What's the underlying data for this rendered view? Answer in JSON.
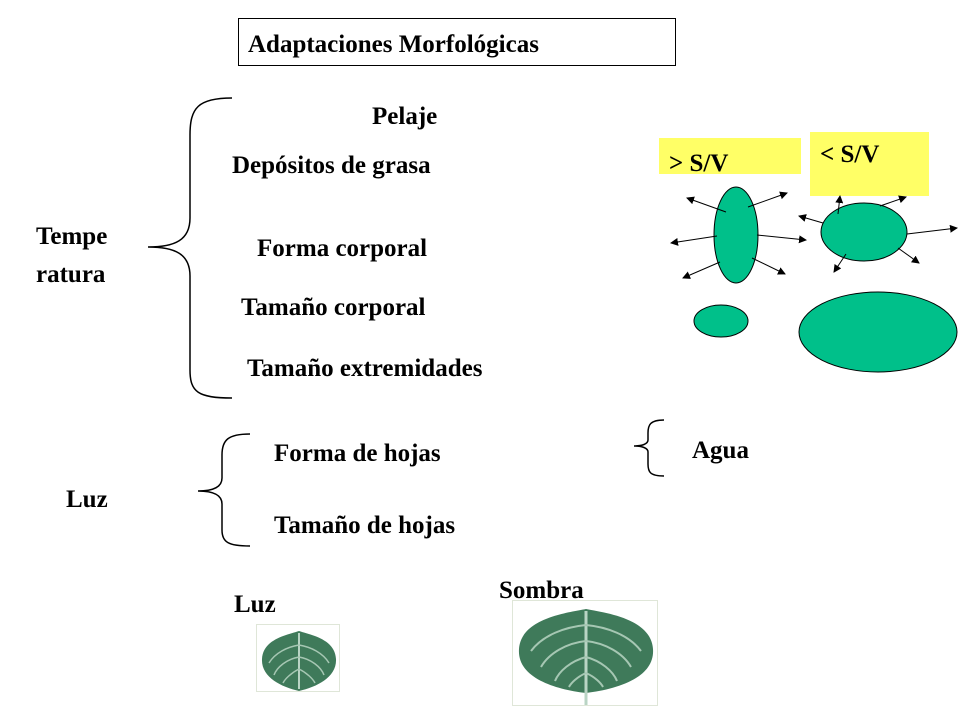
{
  "title": "Adaptaciones Morfológicas",
  "temperatura": {
    "label_line1": "Tempe",
    "label_line2": "ratura",
    "items": [
      "Pelaje",
      "Depósitos de grasa",
      "Forma corporal",
      "Tamaño corporal",
      "Tamaño extremidades"
    ]
  },
  "sv": {
    "greater_label": "> S/V",
    "less_label": "< S/V",
    "highlight_color": "#ffff66",
    "shape_color": "#00c08a"
  },
  "luz": {
    "label": "Luz",
    "items": [
      "Forma de hojas",
      "Tamaño de hojas"
    ]
  },
  "agua": {
    "label": "Agua"
  },
  "leaves": {
    "luz_label": "Luz",
    "sombra_label": "Sombra",
    "leaf_color": "#3f7a5a"
  }
}
